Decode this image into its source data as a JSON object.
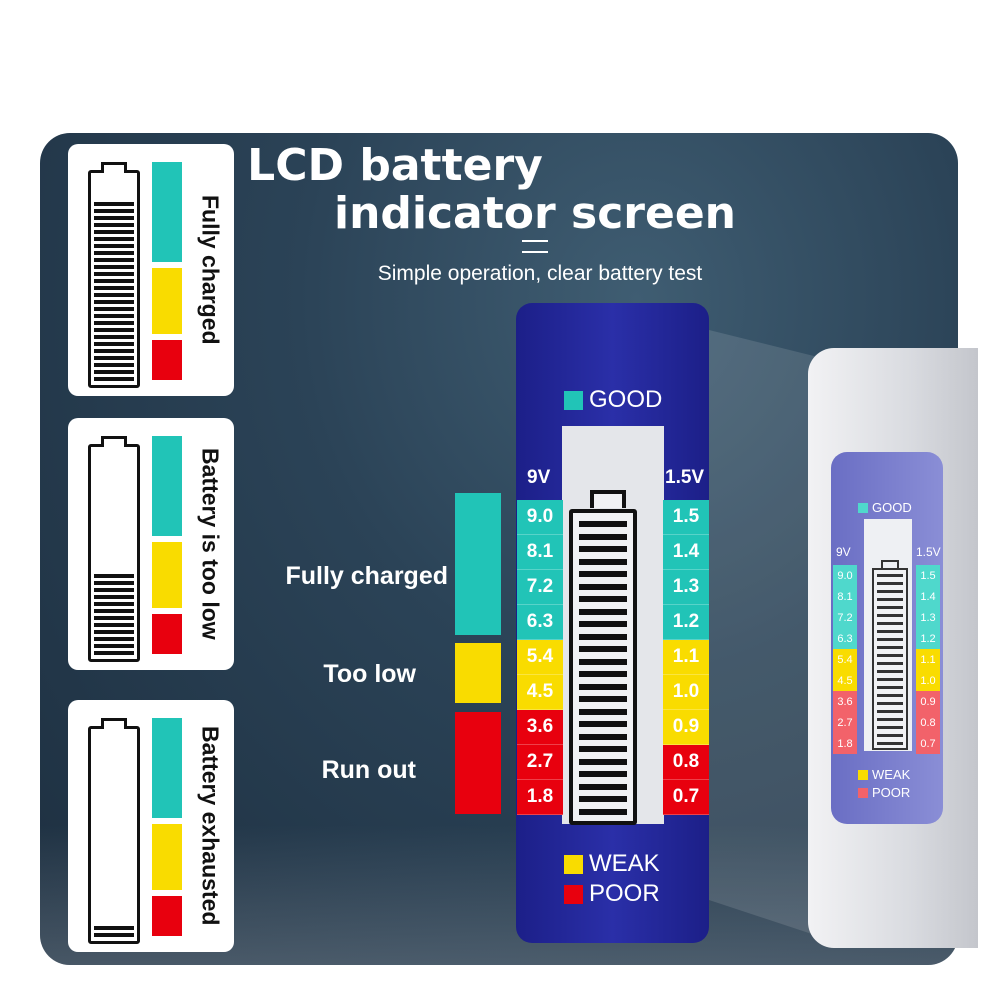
{
  "title_line1": "LCD battery",
  "title_line2": "indicator screen",
  "subtitle": "Simple operation, clear battery test",
  "colors": {
    "good": "#21c4b7",
    "weak": "#f9dc00",
    "poor": "#e8000e",
    "device": "#232898",
    "background": "#2b4357"
  },
  "cards": [
    {
      "label": "Fully charged",
      "level": 1.0
    },
    {
      "label": "Battery is too low",
      "level": 0.45
    },
    {
      "label": "Battery exhausted",
      "level": 0.08
    }
  ],
  "legend": {
    "good": "GOOD",
    "weak": "WEAK",
    "poor": "POOR"
  },
  "scale": {
    "left_header": "9V",
    "right_header": "1.5V",
    "left_values": [
      "9.0",
      "8.1",
      "7.2",
      "6.3",
      "5.4",
      "4.5",
      "3.6",
      "2.7",
      "1.8"
    ],
    "right_values": [
      "1.5",
      "1.4",
      "1.3",
      "1.2",
      "1.1",
      "1.0",
      "0.9",
      "0.8",
      "0.7"
    ]
  },
  "side_labels": {
    "full": "Fully charged",
    "low": "Too low",
    "out": "Run out"
  },
  "mini": {
    "good": "GOOD",
    "weak": "WEAK",
    "poor": "POOR",
    "left_header": "9V",
    "right_header": "1.5V",
    "left_values": [
      "9.0",
      "8.1",
      "7.2",
      "6.3",
      "5.4",
      "4.5",
      "3.6",
      "2.7",
      "1.8"
    ],
    "right_values": [
      "1.5",
      "1.4",
      "1.3",
      "1.2",
      "1.1",
      "1.0",
      "0.9",
      "0.8",
      "0.7"
    ]
  }
}
